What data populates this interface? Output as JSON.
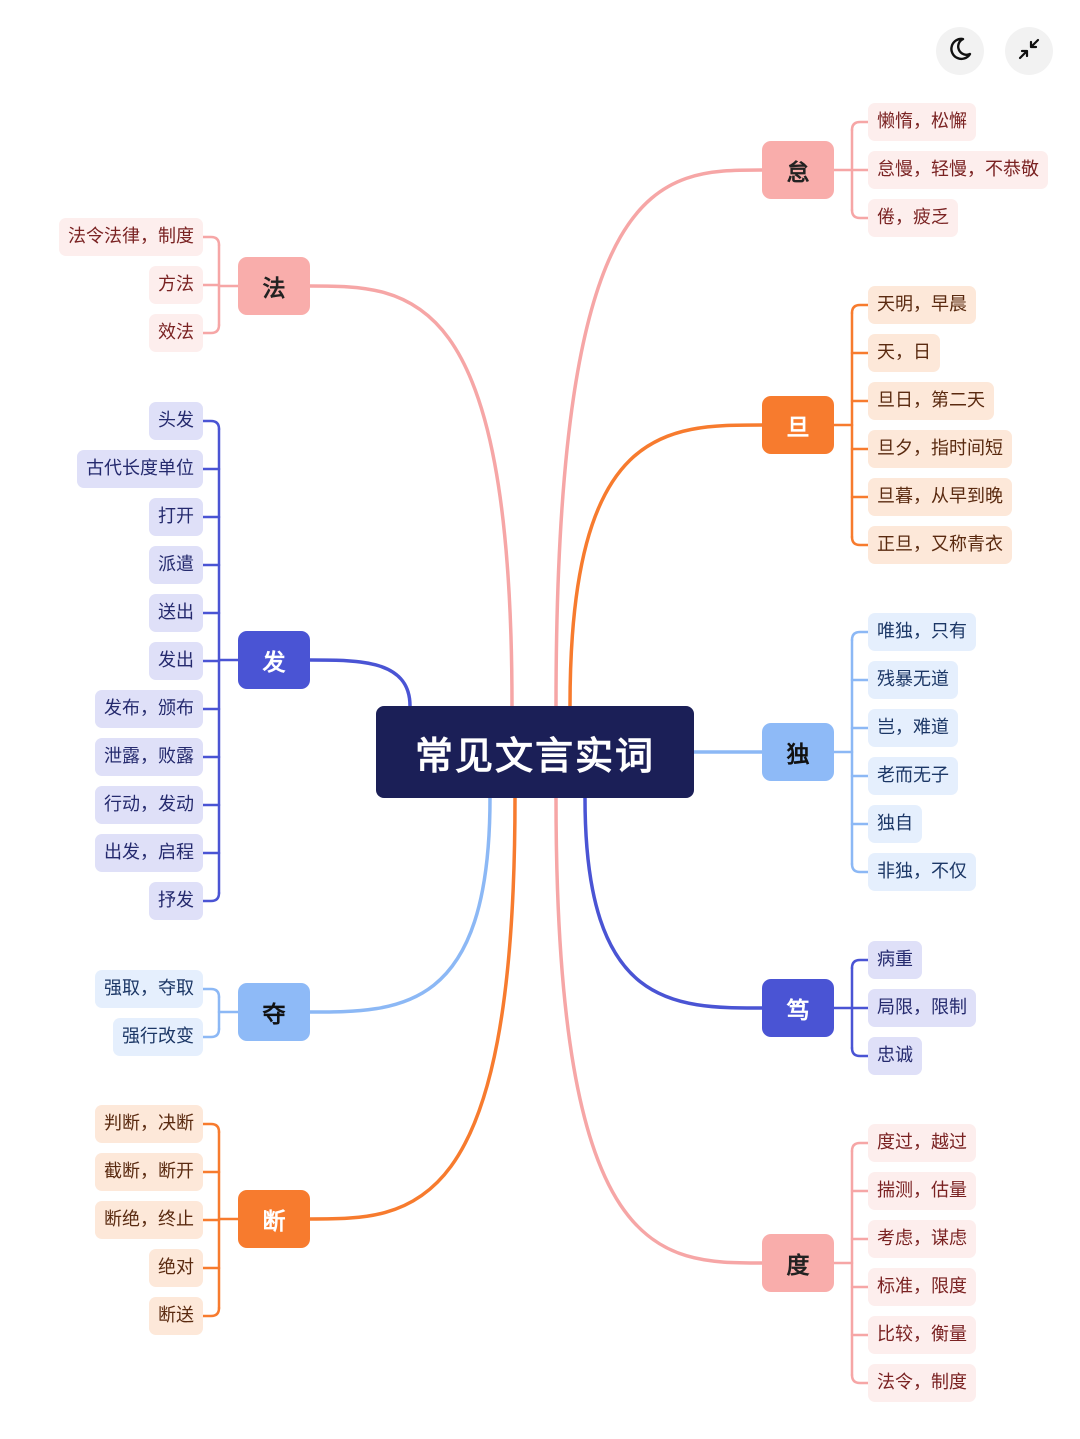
{
  "title": "常见文言实词",
  "controls": {
    "theme_icon": "moon-icon",
    "collapse_icon": "collapse-arrows-icon"
  },
  "colors": {
    "central_bg": "#1b1f57",
    "pink": "#f6a6a6",
    "orange": "#f77b2e",
    "light_blue": "#8cb8f5",
    "indigo": "#4a54d4"
  },
  "branches": [
    {
      "label": "怠",
      "side": "right",
      "theme": "pink",
      "leaves": [
        "懒惰，松懈",
        "怠慢，轻慢，不恭敬",
        "倦，疲乏"
      ]
    },
    {
      "label": "旦",
      "side": "right",
      "theme": "orange",
      "leaves": [
        "天明，早晨",
        "天，日",
        "旦日，第二天",
        "旦夕，指时间短",
        "旦暮，从早到晚",
        "正旦，又称青衣"
      ]
    },
    {
      "label": "独",
      "side": "right",
      "theme": "lightblue",
      "leaves": [
        "唯独，只有",
        "残暴无道",
        "岂，难道",
        "老而无子",
        "独自",
        "非独，不仅"
      ]
    },
    {
      "label": "笃",
      "side": "right",
      "theme": "indigo",
      "leaves": [
        "病重",
        "局限，限制",
        "忠诚"
      ]
    },
    {
      "label": "度",
      "side": "right",
      "theme": "pink",
      "leaves": [
        "度过，越过",
        "揣测，估量",
        "考虑，谋虑",
        "标准，限度",
        "比较，衡量",
        "法令，制度"
      ]
    },
    {
      "label": "法",
      "side": "left",
      "theme": "pink",
      "leaves": [
        "法令法律，制度",
        "方法",
        "效法"
      ]
    },
    {
      "label": "发",
      "side": "left",
      "theme": "indigo",
      "leaves": [
        "头发",
        "古代长度单位",
        "打开",
        "派遣",
        "送出",
        "发出",
        "发布，颁布",
        "泄露，败露",
        "行动，发动",
        "出发，启程",
        "抒发"
      ]
    },
    {
      "label": "夺",
      "side": "left",
      "theme": "lightblue",
      "leaves": [
        "强取，夺取",
        "强行改变"
      ]
    },
    {
      "label": "断",
      "side": "left",
      "theme": "orange",
      "leaves": [
        "判断，决断",
        "截断，断开",
        "断绝，终止",
        "绝对",
        "断送"
      ]
    }
  ]
}
